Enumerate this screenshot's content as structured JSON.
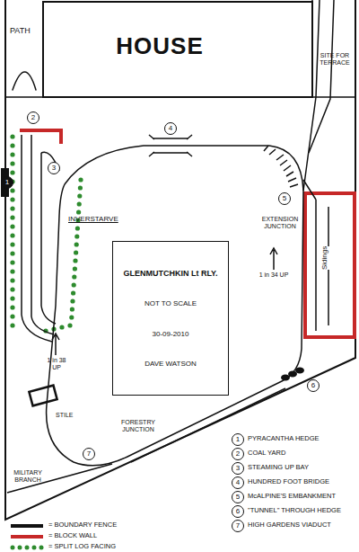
{
  "diagram": {
    "nodes": [
      {
        "text": [
          "HOUSE"
        ]
      },
      {
        "text": [
          "GLENMUTCHKIN Lt RLY.",
          "NOT TO SCALE",
          "30-09-2010",
          "DAVE WATSON"
        ]
      }
    ],
    "labels": [
      "PATH",
      "SITE FOR TERRACE",
      "INVERSTARVE",
      "EXTENSION JUNCTION",
      "1 in 34 UP",
      "1 in 38 UP",
      "STILE",
      "FORESTRY JUNCTION",
      "MILITARY BRANCH",
      "Sidings",
      "1",
      "2",
      "3",
      "4",
      "5",
      "6",
      "7",
      "1",
      "PYRACANTHA HEDGE",
      "2",
      "COAL YARD",
      "3",
      "STEAMING UP BAY",
      "4",
      "HUNDRED FOOT BRIDGE",
      "5",
      "McALPINE'S EMBANKMENT",
      "6",
      "\"TUNNEL\" THROUGH HEDGE",
      "7",
      "HIGH GARDENS VIADUCT"
    ],
    "legend": [
      {
        "text": "= BOUNDARY FENCE"
      },
      {
        "text": "= BLOCK WALL"
      },
      {
        "text": "= SPLIT LOG FACING"
      }
    ]
  }
}
